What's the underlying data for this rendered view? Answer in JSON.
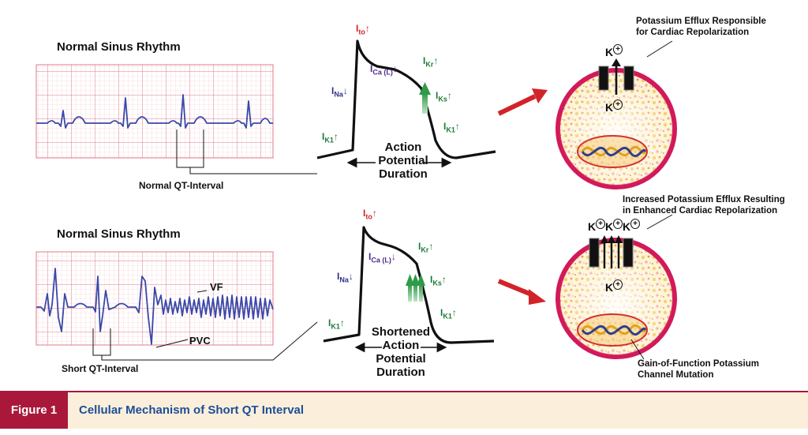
{
  "top_panel": {
    "ecg_title": "Normal Sinus Rhythm",
    "interval_label": "Normal QT-Interval",
    "ap_label_lines": [
      "Action",
      "Potential",
      "Duration"
    ],
    "cell_note_lines": [
      "Potassium Efflux Responsible",
      "for Cardiac Repolarization"
    ]
  },
  "bottom_panel": {
    "ecg_title": "Normal Sinus Rhythm",
    "interval_label": "Short QT-Interval",
    "vf_label": "VF",
    "pvc_label": "PVC",
    "ap_label_lines": [
      "Shortened",
      "Action",
      "Potential",
      "Duration"
    ],
    "cell_note_lines": [
      "Increased Potassium Efflux Resulting",
      "in Enhanced Cardiac Repolarization"
    ],
    "mutation_note_lines": [
      "Gain-of-Function Potassium",
      "Channel Mutation"
    ]
  },
  "currents": {
    "ito": {
      "main": "I",
      "sub": "to",
      "arrow": "↑"
    },
    "ina": {
      "main": "I",
      "sub": "Na",
      "arrow": "↓"
    },
    "ical": {
      "main": "I",
      "sub": "Ca (L)",
      "arrow": "↓"
    },
    "ikr": {
      "main": "I",
      "sub": "Kr",
      "arrow": "↑"
    },
    "iks": {
      "main": "I",
      "sub": "Ks",
      "arrow": "↑"
    },
    "ik1": {
      "main": "I",
      "sub": "K1",
      "arrow": "↑"
    }
  },
  "potassium_ion": "K",
  "potassium_charge": "+",
  "caption": {
    "tag": "Figure 1",
    "title": "Cellular Mechanism of Short QT Interval"
  },
  "colors": {
    "ecg_grid_minor": "#f3c6cc",
    "ecg_grid_major": "#e07b88",
    "ecg_trace": "#3a48a8",
    "ito": "#d2232a",
    "ina": "#2e2f8c",
    "ical": "#4b2a8c",
    "ik": "#1d7a3a",
    "red_arrow": "#d2232a",
    "cell_border": "#d2195a",
    "caption_accent": "#a9183a",
    "caption_title": "#1d4e96",
    "caption_bg": "#fbefdc"
  }
}
